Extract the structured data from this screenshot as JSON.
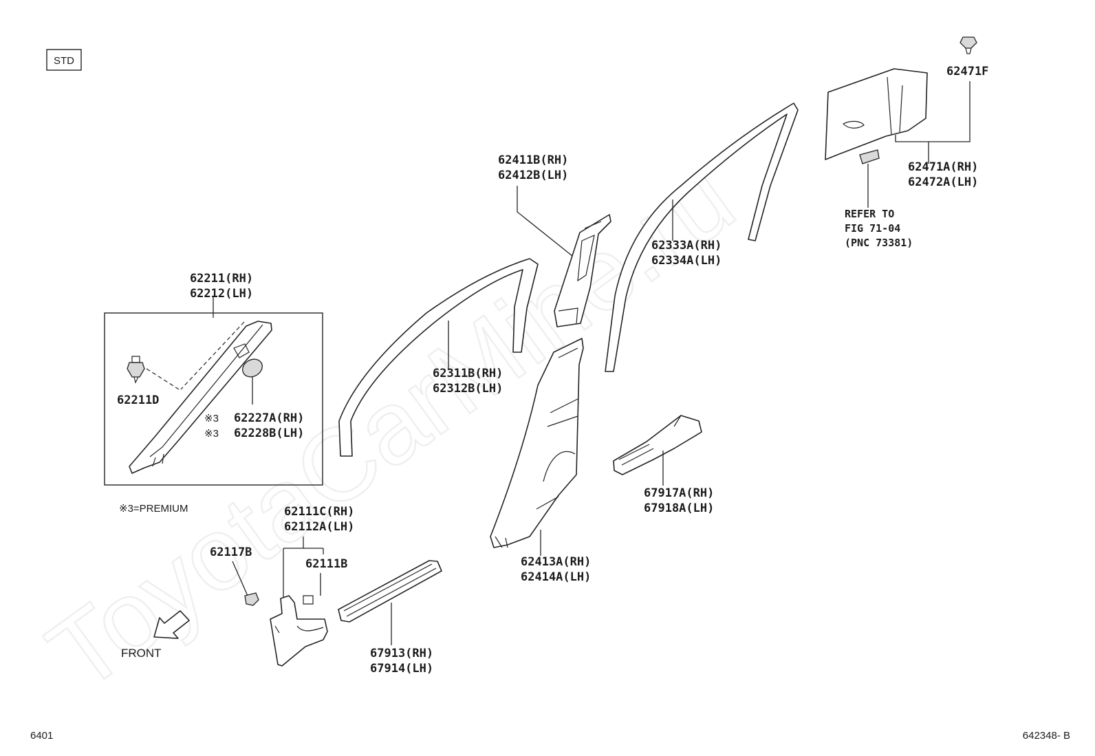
{
  "variant_badge": "STD",
  "watermark": "ToyotaCarMine.ru",
  "note": "※3=PREMIUM",
  "front_label": "FRONT",
  "footer_left": "6401",
  "footer_right": "642348- B",
  "refer": {
    "line1": "REFER TO",
    "line2": "FIG 71-04",
    "line3": "(PNC 73381)"
  },
  "parts": {
    "p62211": {
      "rh": "62211(RH)",
      "lh": "62212(LH)"
    },
    "p62211d": "62211D",
    "p62227": {
      "rh": "62227A(RH)",
      "lh": "62228B(LH)",
      "mark": "※3"
    },
    "p62111c": {
      "rh": "62111C(RH)",
      "lh": "62112A(LH)"
    },
    "p62117b": "62117B",
    "p62111b": "62111B",
    "p67913": {
      "rh": "67913(RH)",
      "lh": "67914(LH)"
    },
    "p62311": {
      "rh": "62311B(RH)",
      "lh": "62312B(LH)"
    },
    "p62411": {
      "rh": "62411B(RH)",
      "lh": "62412B(LH)"
    },
    "p62413": {
      "rh": "62413A(RH)",
      "lh": "62414A(LH)"
    },
    "p62333": {
      "rh": "62333A(RH)",
      "lh": "62334A(LH)"
    },
    "p67917": {
      "rh": "67917A(RH)",
      "lh": "67918A(LH)"
    },
    "p62471f": "62471F",
    "p62471a": {
      "rh": "62471A(RH)",
      "lh": "62472A(LH)"
    }
  }
}
